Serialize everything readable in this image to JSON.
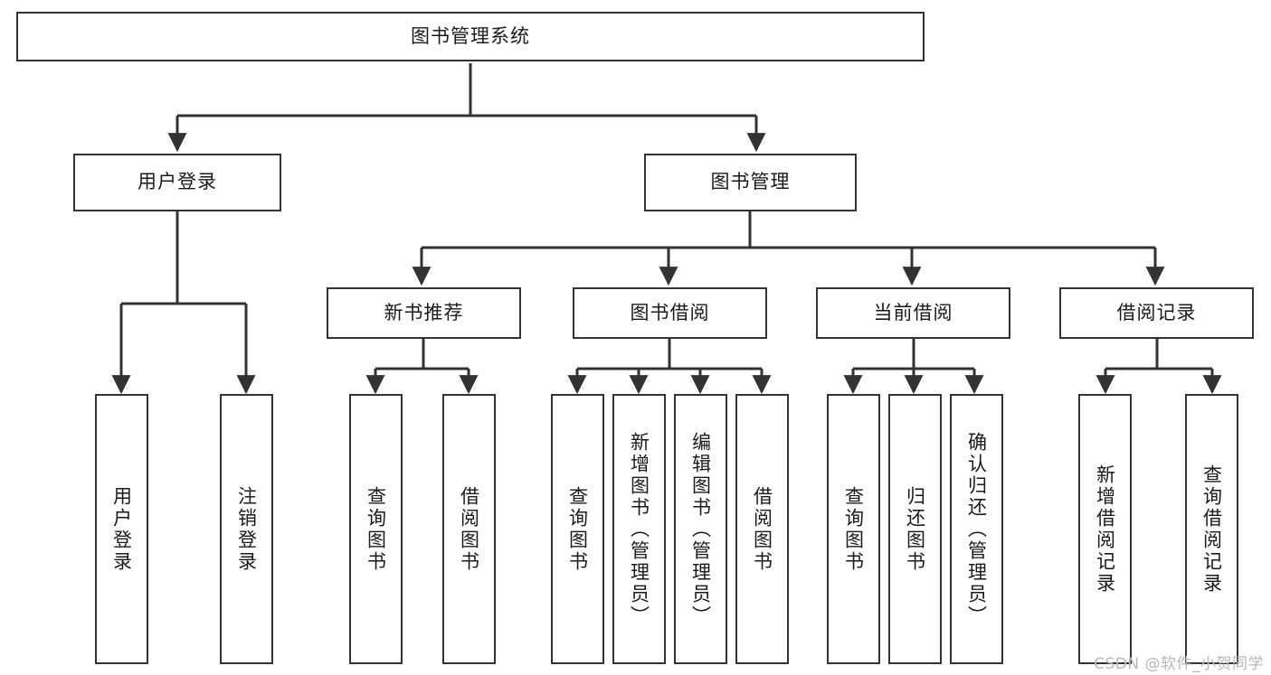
{
  "diagram": {
    "title": "图书管理系统",
    "type": "tree-hierarchy-diagram",
    "root": {
      "label": "图书管理系统",
      "orientation": "horizontal"
    },
    "level2": [
      {
        "label": "用户登录",
        "orientation": "horizontal"
      },
      {
        "label": "图书管理",
        "orientation": "horizontal"
      }
    ],
    "level3": [
      {
        "label": "新书推荐",
        "orientation": "horizontal"
      },
      {
        "label": "图书借阅",
        "orientation": "horizontal"
      },
      {
        "label": "当前借阅",
        "orientation": "horizontal"
      },
      {
        "label": "借阅记录",
        "orientation": "horizontal"
      }
    ],
    "leaves": [
      {
        "label": "用户登录",
        "parent": "用户登录",
        "orientation": "vertical"
      },
      {
        "label": "注销登录",
        "parent": "用户登录",
        "orientation": "vertical"
      },
      {
        "label": "查询图书",
        "parent": "新书推荐",
        "orientation": "vertical"
      },
      {
        "label": "借阅图书",
        "parent": "新书推荐",
        "orientation": "vertical"
      },
      {
        "label": "查询图书",
        "parent": "图书借阅",
        "orientation": "vertical"
      },
      {
        "label": "新增图书（管理员）",
        "parent": "图书借阅",
        "orientation": "vertical"
      },
      {
        "label": "编辑图书（管理员）",
        "parent": "图书借阅",
        "orientation": "vertical"
      },
      {
        "label": "借阅图书",
        "parent": "图书借阅",
        "orientation": "vertical"
      },
      {
        "label": "查询图书",
        "parent": "当前借阅",
        "orientation": "vertical"
      },
      {
        "label": "归还图书",
        "parent": "当前借阅",
        "orientation": "vertical"
      },
      {
        "label": "确认归还（管理员）",
        "parent": "当前借阅",
        "orientation": "vertical"
      },
      {
        "label": "新增借阅记录",
        "parent": "借阅记录",
        "orientation": "vertical"
      },
      {
        "label": "查询借阅记录",
        "parent": "借阅记录",
        "orientation": "vertical"
      }
    ],
    "colors": {
      "box_border": "#333333",
      "box_fill": "#ffffff",
      "connector": "#333333",
      "text": "#1a1a1a",
      "watermark": "#b8b8b8",
      "background": "#ffffff"
    }
  },
  "watermark": {
    "text": "CSDN @软件_小贺同学"
  }
}
